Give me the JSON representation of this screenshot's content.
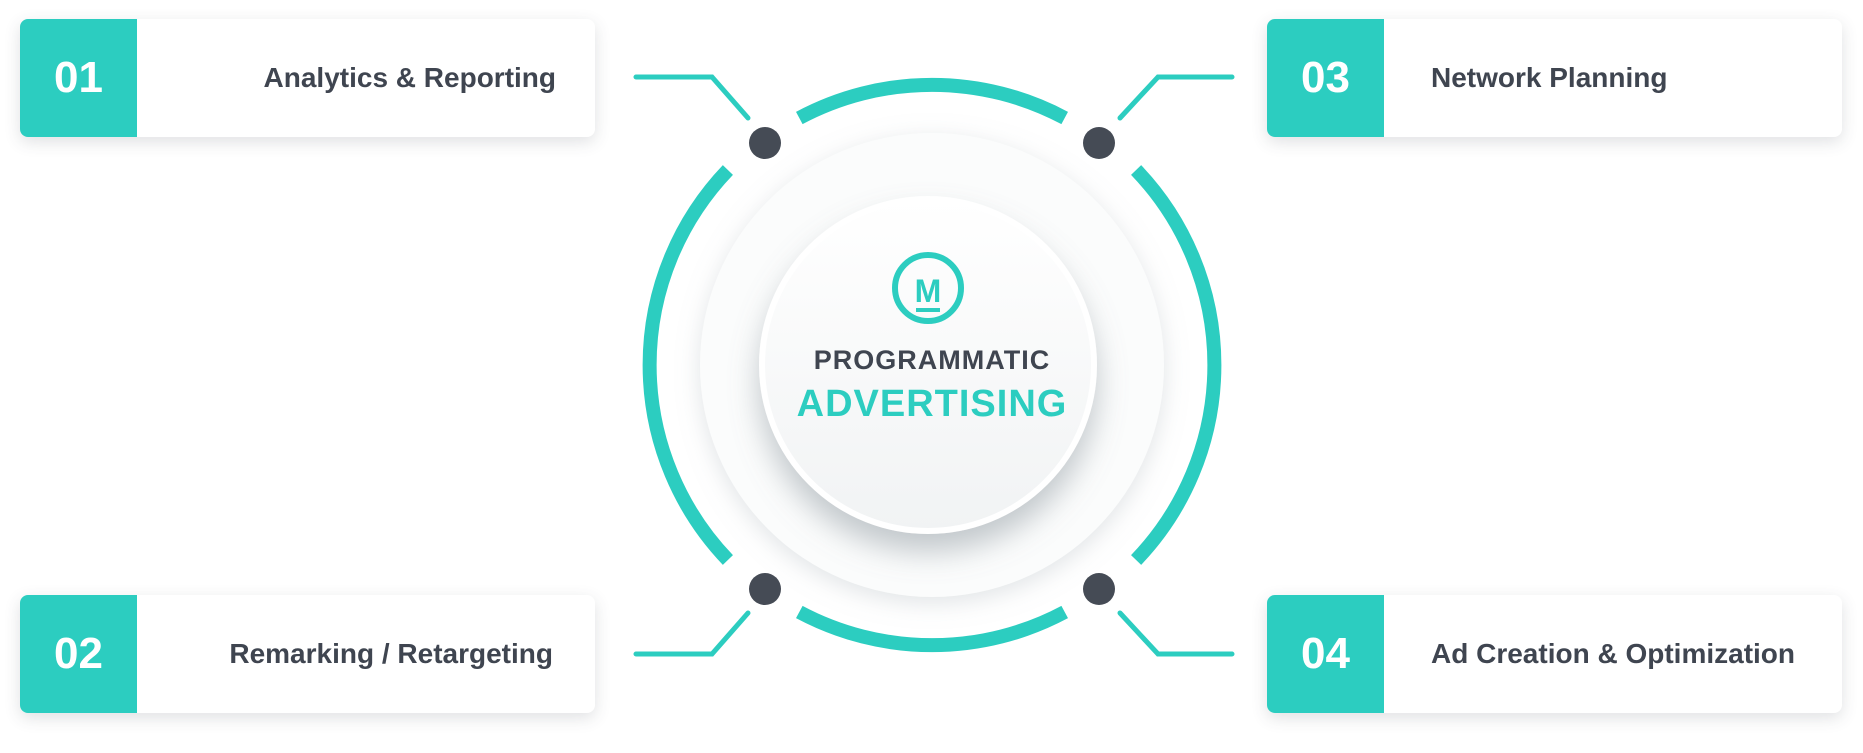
{
  "colors": {
    "accent": "#2ccdc0",
    "text": "#3f4550",
    "dot": "#454b55"
  },
  "center": {
    "logo_icon": "m-logo-icon",
    "logo_letter": "M",
    "title": "PROGRAMMATIC",
    "subtitle": "ADVERTISING"
  },
  "items": [
    {
      "number": "01",
      "label": "Analytics & Reporting"
    },
    {
      "number": "02",
      "label": "Remarking / Retargeting"
    },
    {
      "number": "03",
      "label": "Network Planning"
    },
    {
      "number": "04",
      "label": "Ad Creation & Optimization"
    }
  ]
}
